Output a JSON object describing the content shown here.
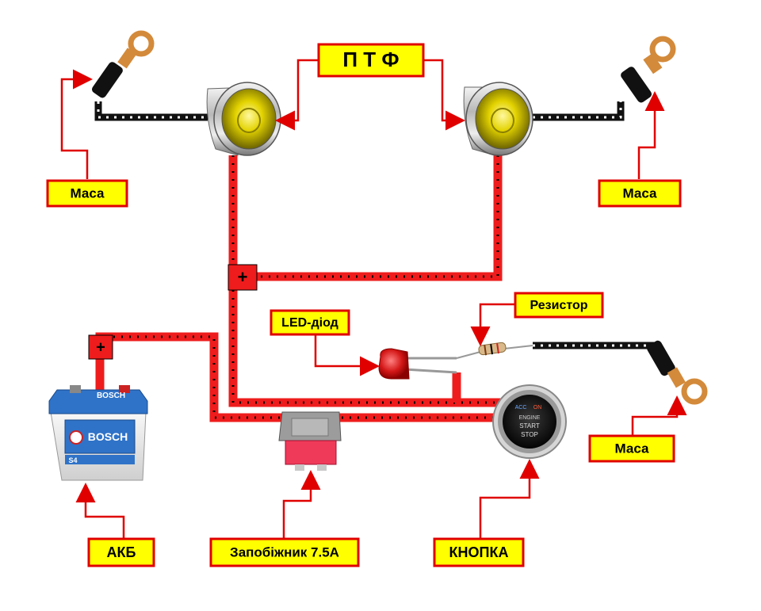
{
  "labels": {
    "ptf": "П Т Ф",
    "masa_left": "Маса",
    "masa_right": "Маса",
    "masa_bottom": "Маса",
    "resistor": "Резистор",
    "led": "LED-діод",
    "akb": "АКБ",
    "fuse": "Запобіжник 7.5А",
    "button": "КНОПКА"
  },
  "battery": {
    "brand": "BOSCH",
    "model": "S4"
  },
  "button_face": {
    "acc": "ACC",
    "on": "ON",
    "line1": "ENGINE",
    "line2": "START",
    "line3": "STOP"
  },
  "plus_sign": "+",
  "colors": {
    "label_fill": "#ffff00",
    "label_border": "#e00000",
    "positive_wire": "#ee1c1c",
    "ground_wire": "#111111",
    "lamp_lens": "#e8d800",
    "led_red": "#d41818"
  }
}
